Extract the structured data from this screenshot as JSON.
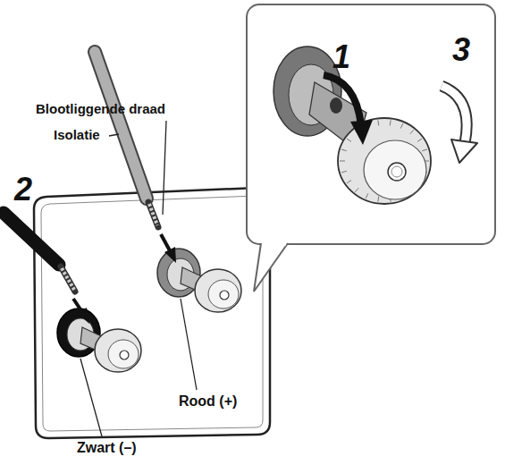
{
  "diagram": {
    "labels": [
      "Blootliggende draad",
      "Isolatie",
      "2",
      "1",
      "3",
      "Rood (+)",
      "Zwart (–)"
    ]
  }
}
